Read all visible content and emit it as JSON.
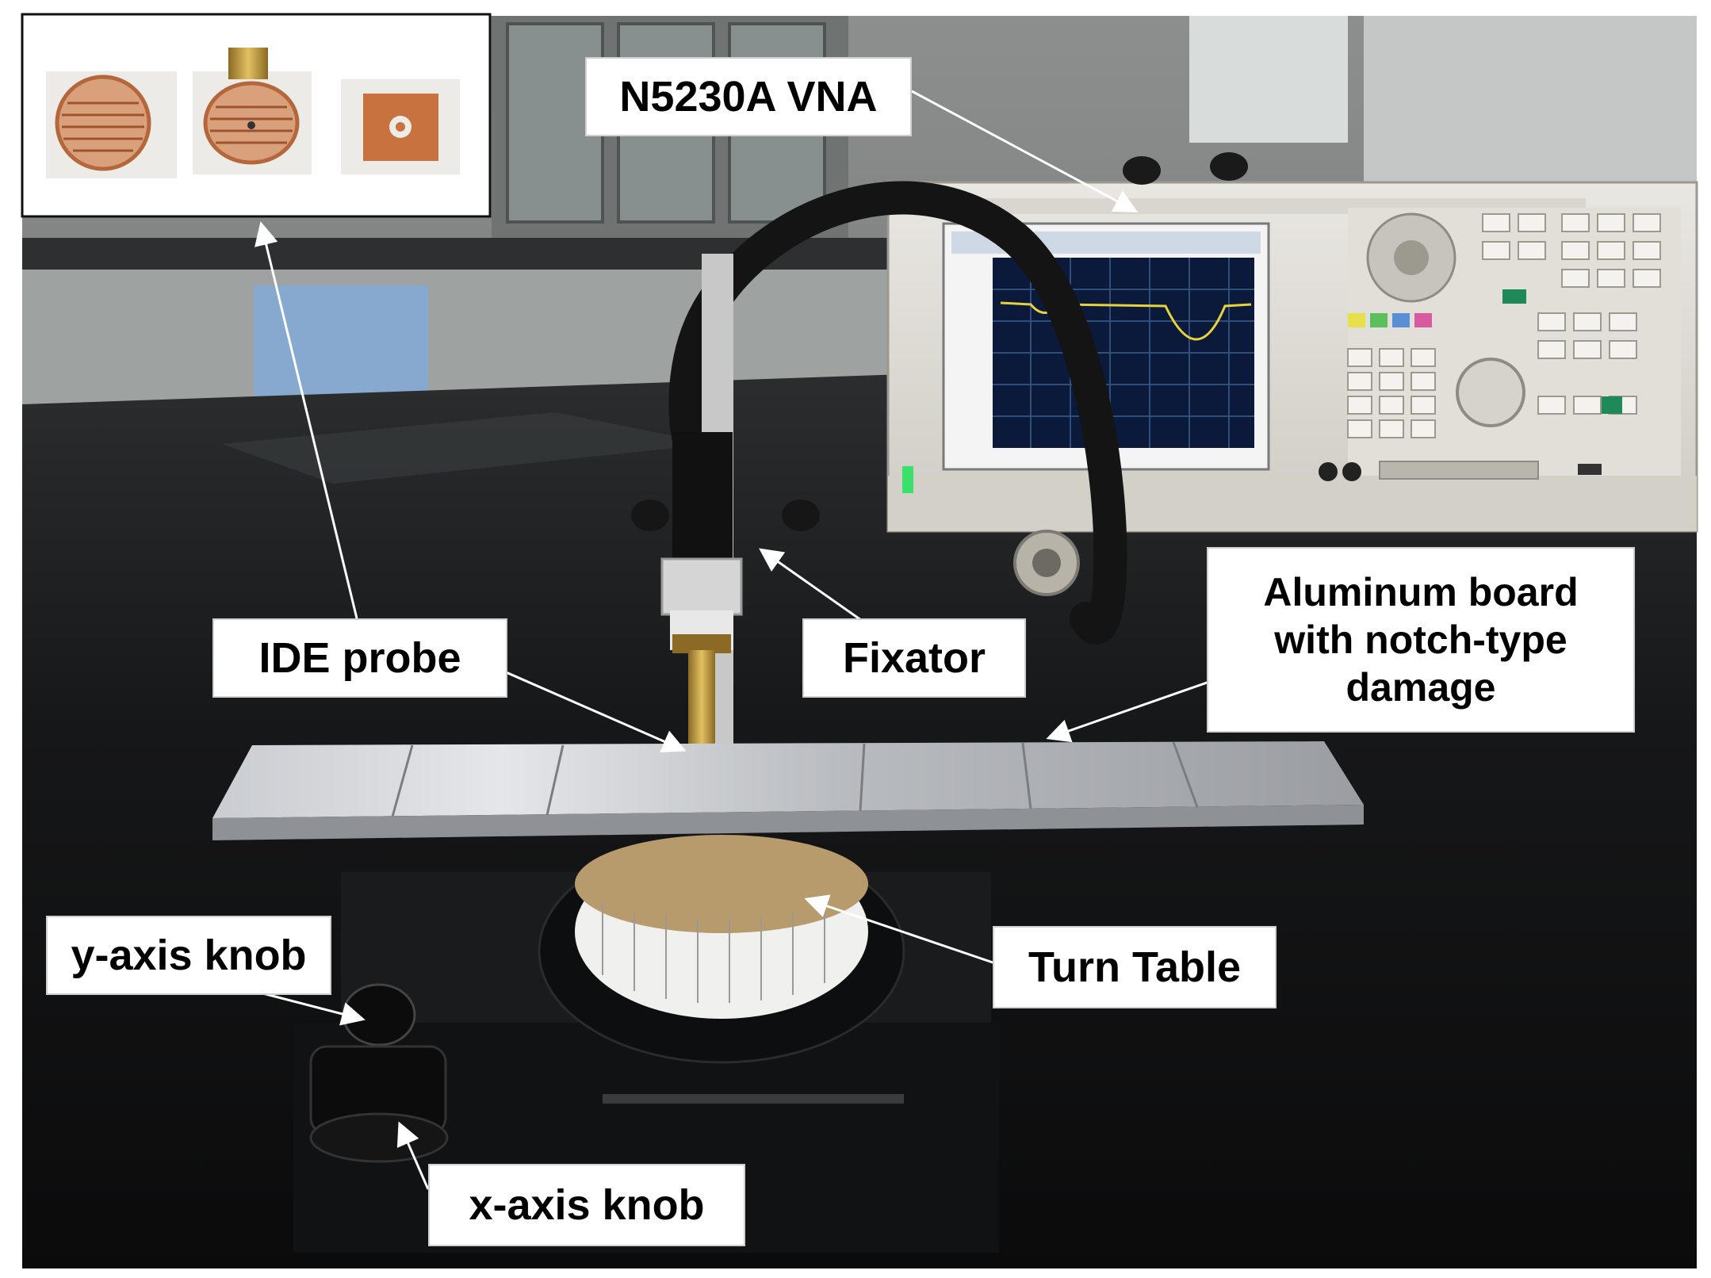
{
  "labels": {
    "vna": "N5230A VNA",
    "ide_probe": "IDE probe",
    "fixator": "Fixator",
    "aluminum_board": [
      "Aluminum board",
      "with notch-type",
      "damage"
    ],
    "turn_table": "Turn Table",
    "y_axis_knob": "y-axis knob",
    "x_axis_knob": "x-axis knob"
  },
  "colors": {
    "callout_bg": "#ffffff",
    "callout_text": "#000000",
    "arrow": "#ffffff",
    "vna_trace": "#e8d23a",
    "vna_screen": "#0b1a3a",
    "copper": "#c8733f",
    "status_led": "#39e06a"
  }
}
